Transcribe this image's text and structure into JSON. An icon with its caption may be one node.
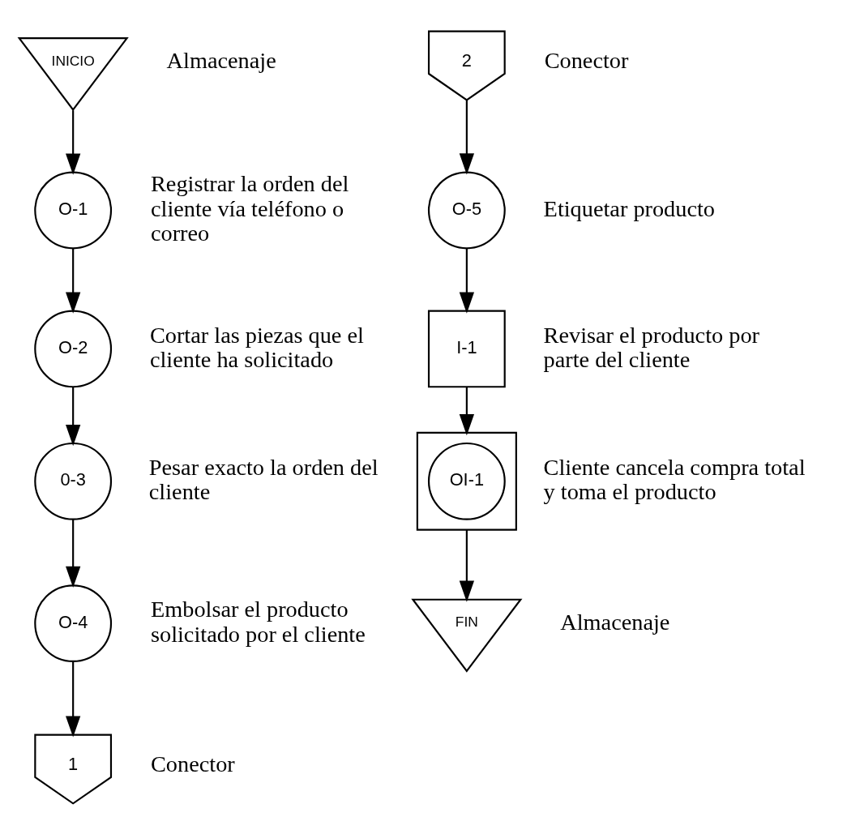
{
  "diagram": {
    "nodes": [
      {
        "text": [
          "INICIO"
        ],
        "beside": [
          "Almacenaje"
        ]
      },
      {
        "text": [
          "O-1"
        ],
        "beside": [
          "Registrar la orden del cliente vía teléfono o correo"
        ]
      },
      {
        "text": [
          "O-2"
        ],
        "beside": [
          "Cortar las piezas que el cliente ha solicitado"
        ]
      },
      {
        "text": [
          "0-3"
        ],
        "beside": [
          "Pesar exacto la orden del cliente"
        ]
      },
      {
        "text": [
          "O-4"
        ],
        "beside": [
          "Embolsar el producto solicitado por el cliente"
        ]
      },
      {
        "text": [
          "1"
        ],
        "beside": [
          "Conector"
        ]
      },
      {
        "text": [
          "2"
        ],
        "beside": [
          "Conector"
        ]
      },
      {
        "text": [
          "O-5"
        ],
        "beside": [
          "Etiquetar producto"
        ]
      },
      {
        "text": [
          "I-1"
        ],
        "beside": [
          "Revisar el producto por parte del cliente"
        ]
      },
      {
        "text": [],
        "shape": "box"
      },
      {
        "text": [
          "OI-1"
        ],
        "in": 9,
        "beside": [
          "Cliente cancela compra total y toma el producto"
        ]
      },
      {
        "text": [
          "FIN"
        ],
        "beside": [
          "Almacenaje"
        ]
      }
    ],
    "edges": [
      {
        "from": 0,
        "to": 1,
        "arrow": "to"
      },
      {
        "from": 1,
        "to": 2,
        "arrow": "to"
      },
      {
        "from": 2,
        "to": 3,
        "arrow": "to"
      },
      {
        "from": 3,
        "to": 4,
        "arrow": "to"
      },
      {
        "from": 4,
        "to": 5,
        "arrow": "to"
      },
      {
        "from": 6,
        "to": 7,
        "arrow": "to"
      },
      {
        "from": 7,
        "to": 8,
        "arrow": "to"
      },
      {
        "from": 8,
        "to": 9,
        "arrow": "to"
      },
      {
        "from": 9,
        "to": 11,
        "arrow": "to"
      }
    ]
  }
}
